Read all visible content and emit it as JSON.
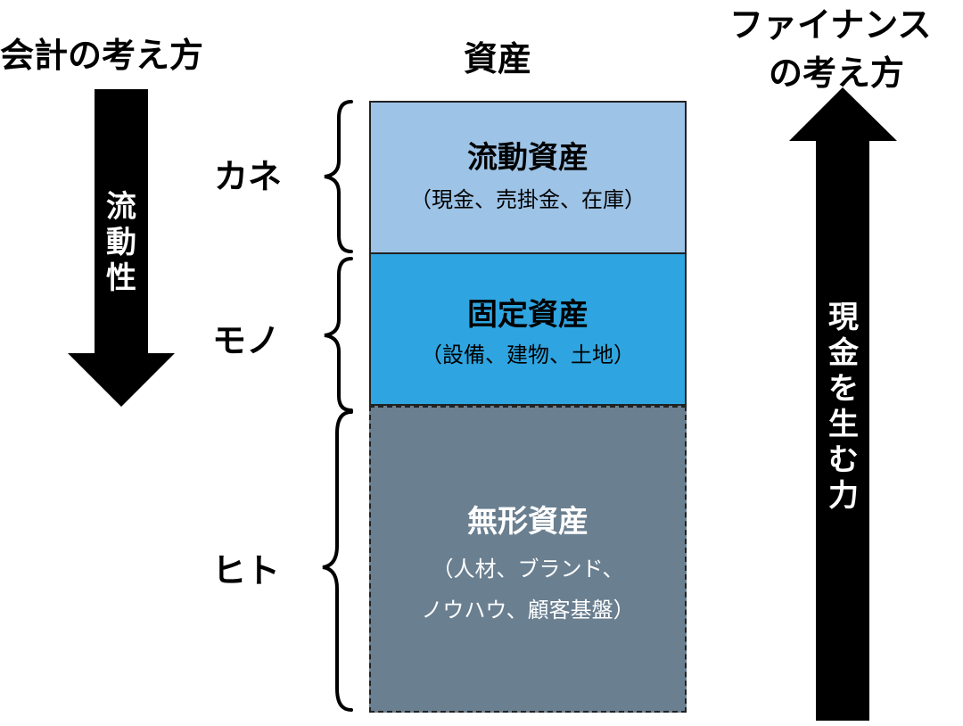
{
  "headings": {
    "accounting": "会計の考え方",
    "assets": "資産",
    "finance_line1": "ファイナンス",
    "finance_line2": "の考え方"
  },
  "arrows": {
    "accounting_arrow_label": "流動性",
    "finance_arrow_label": "現金を生む力"
  },
  "rows": [
    {
      "category": "カネ",
      "title": "流動資産",
      "detail_line1": "（現金、売掛金、在庫）",
      "detail_line2": "",
      "fill": "#9dc3e6"
    },
    {
      "category": "モノ",
      "title": "固定資産",
      "detail_line1": "（設備、建物、土地）",
      "detail_line2": "",
      "fill": "#2ea5e0"
    },
    {
      "category": "ヒト",
      "title": "無形資産",
      "detail_line1": "（人材、ブランド、",
      "detail_line2": "ノウハウ、顧客基盤）",
      "fill": "#6a7f90"
    }
  ]
}
